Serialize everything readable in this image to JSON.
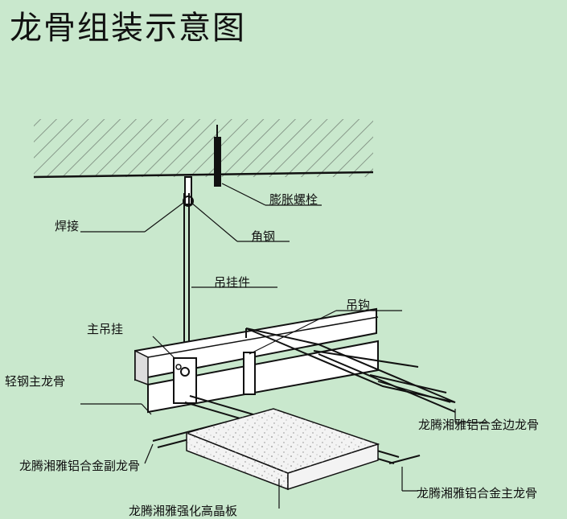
{
  "title": "龙骨组装示意图",
  "labels": {
    "expansion_bolt": "膨胀螺栓",
    "weld": "焊接",
    "angle_steel": "角钢",
    "hanger_piece": "吊挂件",
    "hook": "吊钩",
    "main_hanger": "主吊挂",
    "light_steel_main_keel": "轻钢主龙骨",
    "edge_keel": "龙腾湘雅铝合金边龙骨",
    "secondary_keel": "龙腾湘雅铝合金副龙骨",
    "main_keel": "龙腾湘雅铝合金主龙骨",
    "board": "龙腾湘雅强化高晶板"
  },
  "colors": {
    "background": "#c9e8cd",
    "line": "#111111"
  }
}
